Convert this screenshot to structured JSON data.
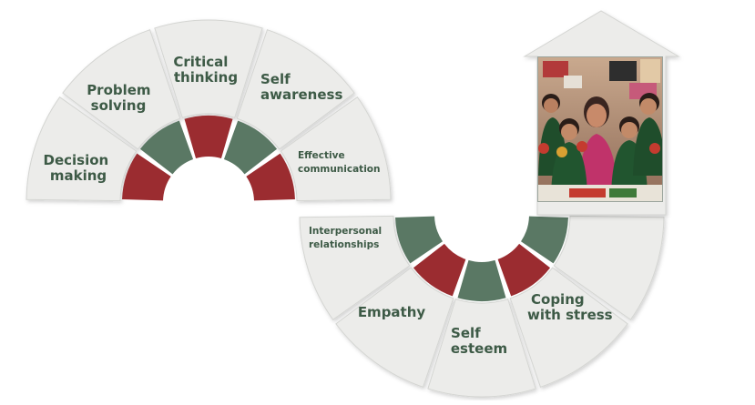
{
  "skills": {
    "decision_making": [
      "Decision",
      "making"
    ],
    "problem_solving": [
      "Problem",
      "solving"
    ],
    "critical_thinking": [
      "Critical",
      "thinking"
    ],
    "self_awareness": [
      "Self",
      "awareness"
    ],
    "effective_communication": [
      "Effective",
      "communication"
    ],
    "interpersonal_relationships": [
      "Interpersonal",
      "relationships"
    ],
    "empathy": [
      "Empathy"
    ],
    "self_esteem": [
      "Self",
      "esteem"
    ],
    "coping_with_stress": [
      "Coping",
      "with stress"
    ]
  },
  "colors": {
    "segment_fill": "#ececea",
    "segment_edge": "#d4d5d2",
    "label_text": "#3d5a46",
    "accent_red": "#9b2c30",
    "accent_green": "#5a7864"
  },
  "photo": {
    "description_icon": "classroom-photo"
  }
}
